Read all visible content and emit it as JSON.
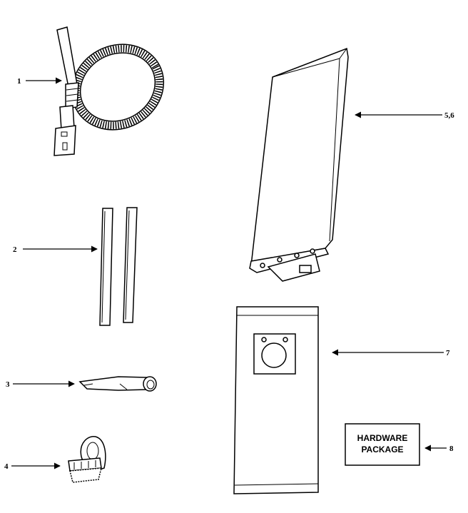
{
  "callouts": {
    "part_1": "1",
    "part_2": "2",
    "part_3": "3",
    "part_4": "4",
    "part_5_6": "5,6",
    "part_7": "7",
    "part_8": "8"
  },
  "hardware_package": {
    "line1": "HARDWARE",
    "line2": "PACKAGE"
  }
}
